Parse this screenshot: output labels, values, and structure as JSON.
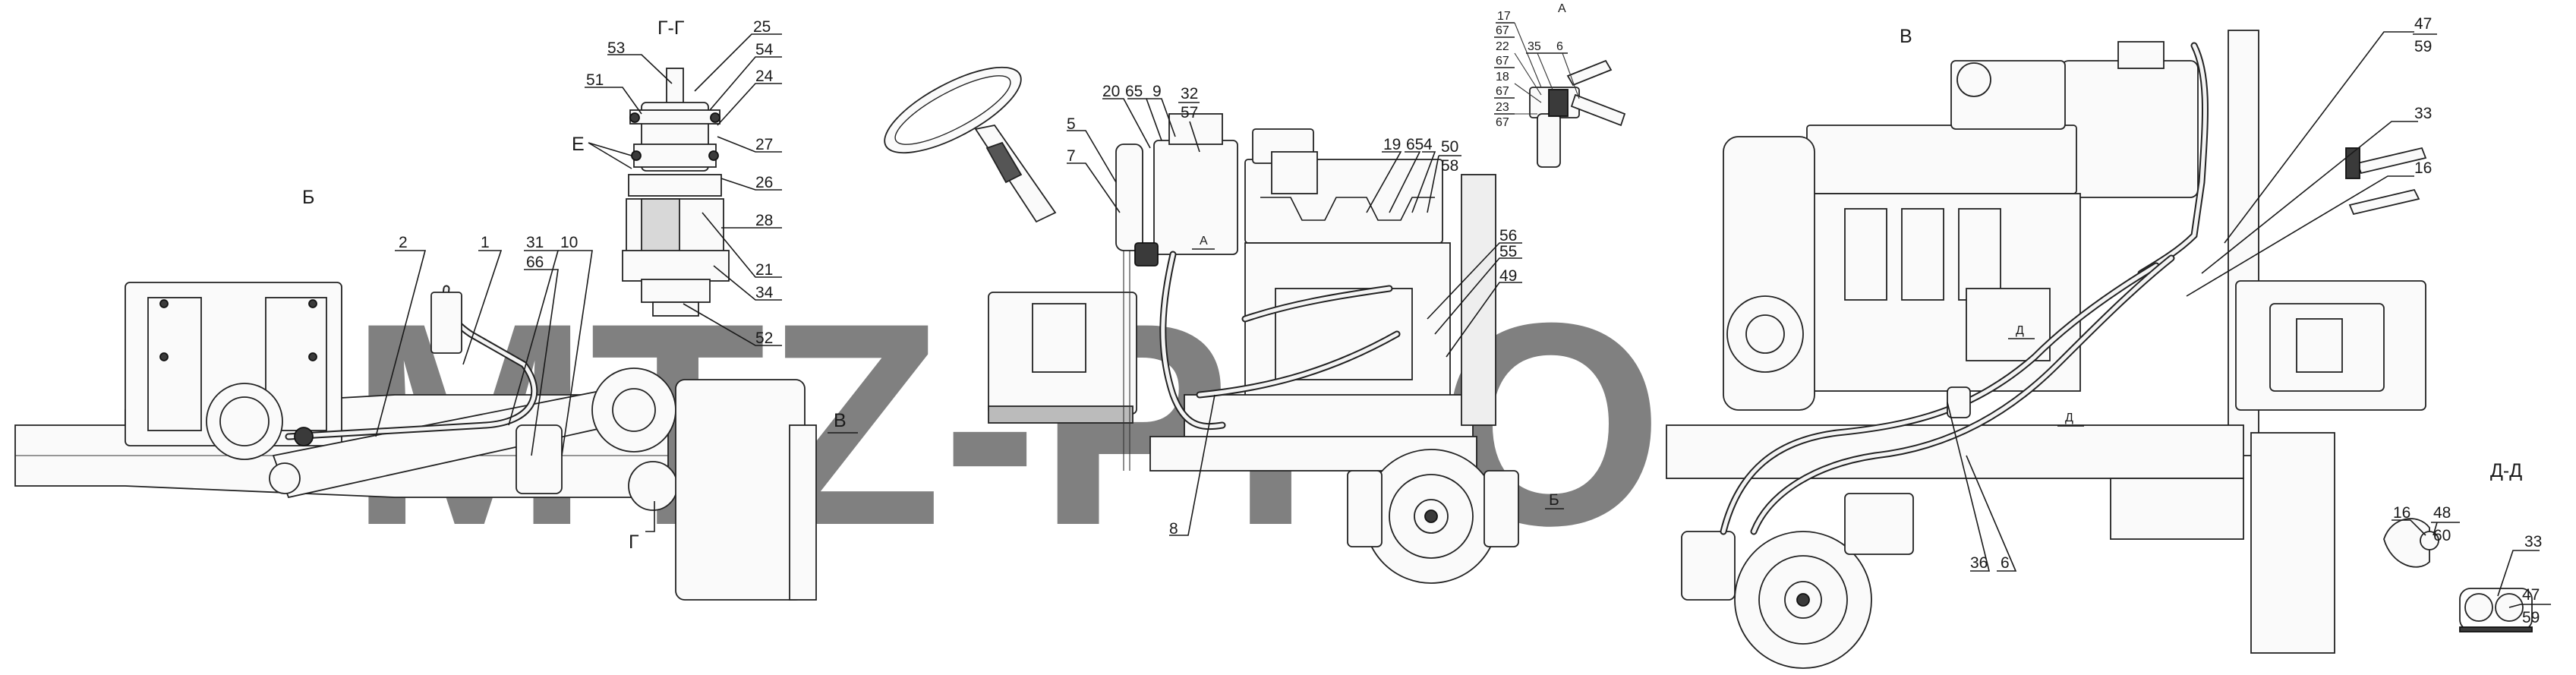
{
  "watermark": "MTZ-PRO",
  "views": {
    "b": {
      "view_label": "Б",
      "callouts": [
        "2",
        "1",
        "31",
        "66",
        "10"
      ],
      "direction_v": "В",
      "cut_mark": "Г"
    },
    "gg": {
      "section_title": "Г-Г",
      "region_label": "Е",
      "callouts_left": [
        "53",
        "51"
      ],
      "callouts_right": [
        "25",
        "54",
        "24",
        "27",
        "26",
        "28",
        "21",
        "34",
        "52"
      ]
    },
    "front": {
      "callouts": [
        "20",
        "65",
        "9",
        "5",
        "7",
        "19",
        "65",
        "4",
        "56",
        "55",
        "49",
        "8"
      ],
      "fraction_callouts": [
        {
          "num": "32",
          "den": "57"
        },
        {
          "num": "50",
          "den": "58"
        }
      ],
      "cut_mark_a": "А",
      "direction_b": "Б"
    },
    "a": {
      "view_label": "А",
      "callouts": [
        "17",
        "35",
        "6"
      ],
      "fraction_callouts": [
        {
          "num": "67",
          "den": "22"
        },
        {
          "num": "67",
          "den": "18"
        },
        {
          "num": "67",
          "den": "23"
        },
        {
          "den": "67"
        }
      ]
    },
    "v": {
      "view_label": "В",
      "callouts": [
        "33",
        "16",
        "36",
        "6"
      ],
      "fraction_callouts": [
        {
          "num": "47",
          "den": "59"
        }
      ],
      "cut_mark_d": "Д"
    },
    "dd": {
      "section_title": "Д-Д",
      "callouts": [
        "16",
        "33"
      ],
      "fraction_callouts": [
        {
          "num": "48",
          "den": "60"
        },
        {
          "num": "47",
          "den": "59"
        }
      ]
    }
  }
}
